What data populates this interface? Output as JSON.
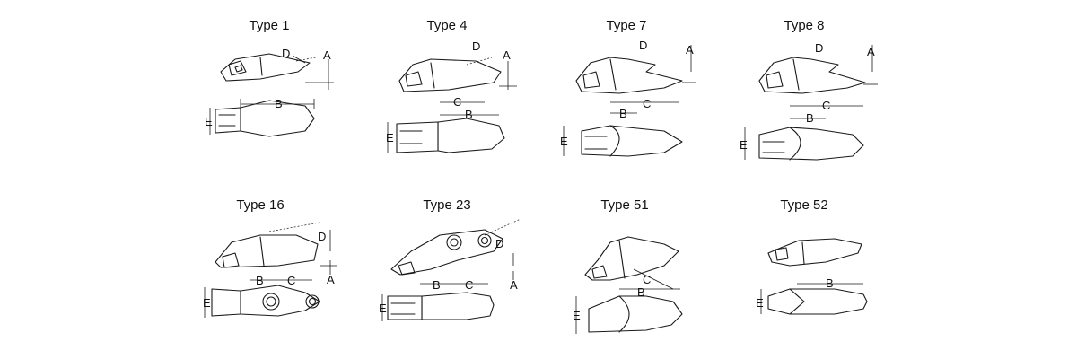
{
  "types": [
    {
      "title": "Type 1"
    },
    {
      "title": "Type 4"
    },
    {
      "title": "Type 7"
    },
    {
      "title": "Type 8"
    },
    {
      "title": "Type 16"
    },
    {
      "title": "Type 23"
    },
    {
      "title": "Type 51"
    },
    {
      "title": "Type 52"
    }
  ],
  "dimension_labels": {
    "a": "A",
    "b": "B",
    "c": "C",
    "d": "D",
    "e": "E"
  }
}
